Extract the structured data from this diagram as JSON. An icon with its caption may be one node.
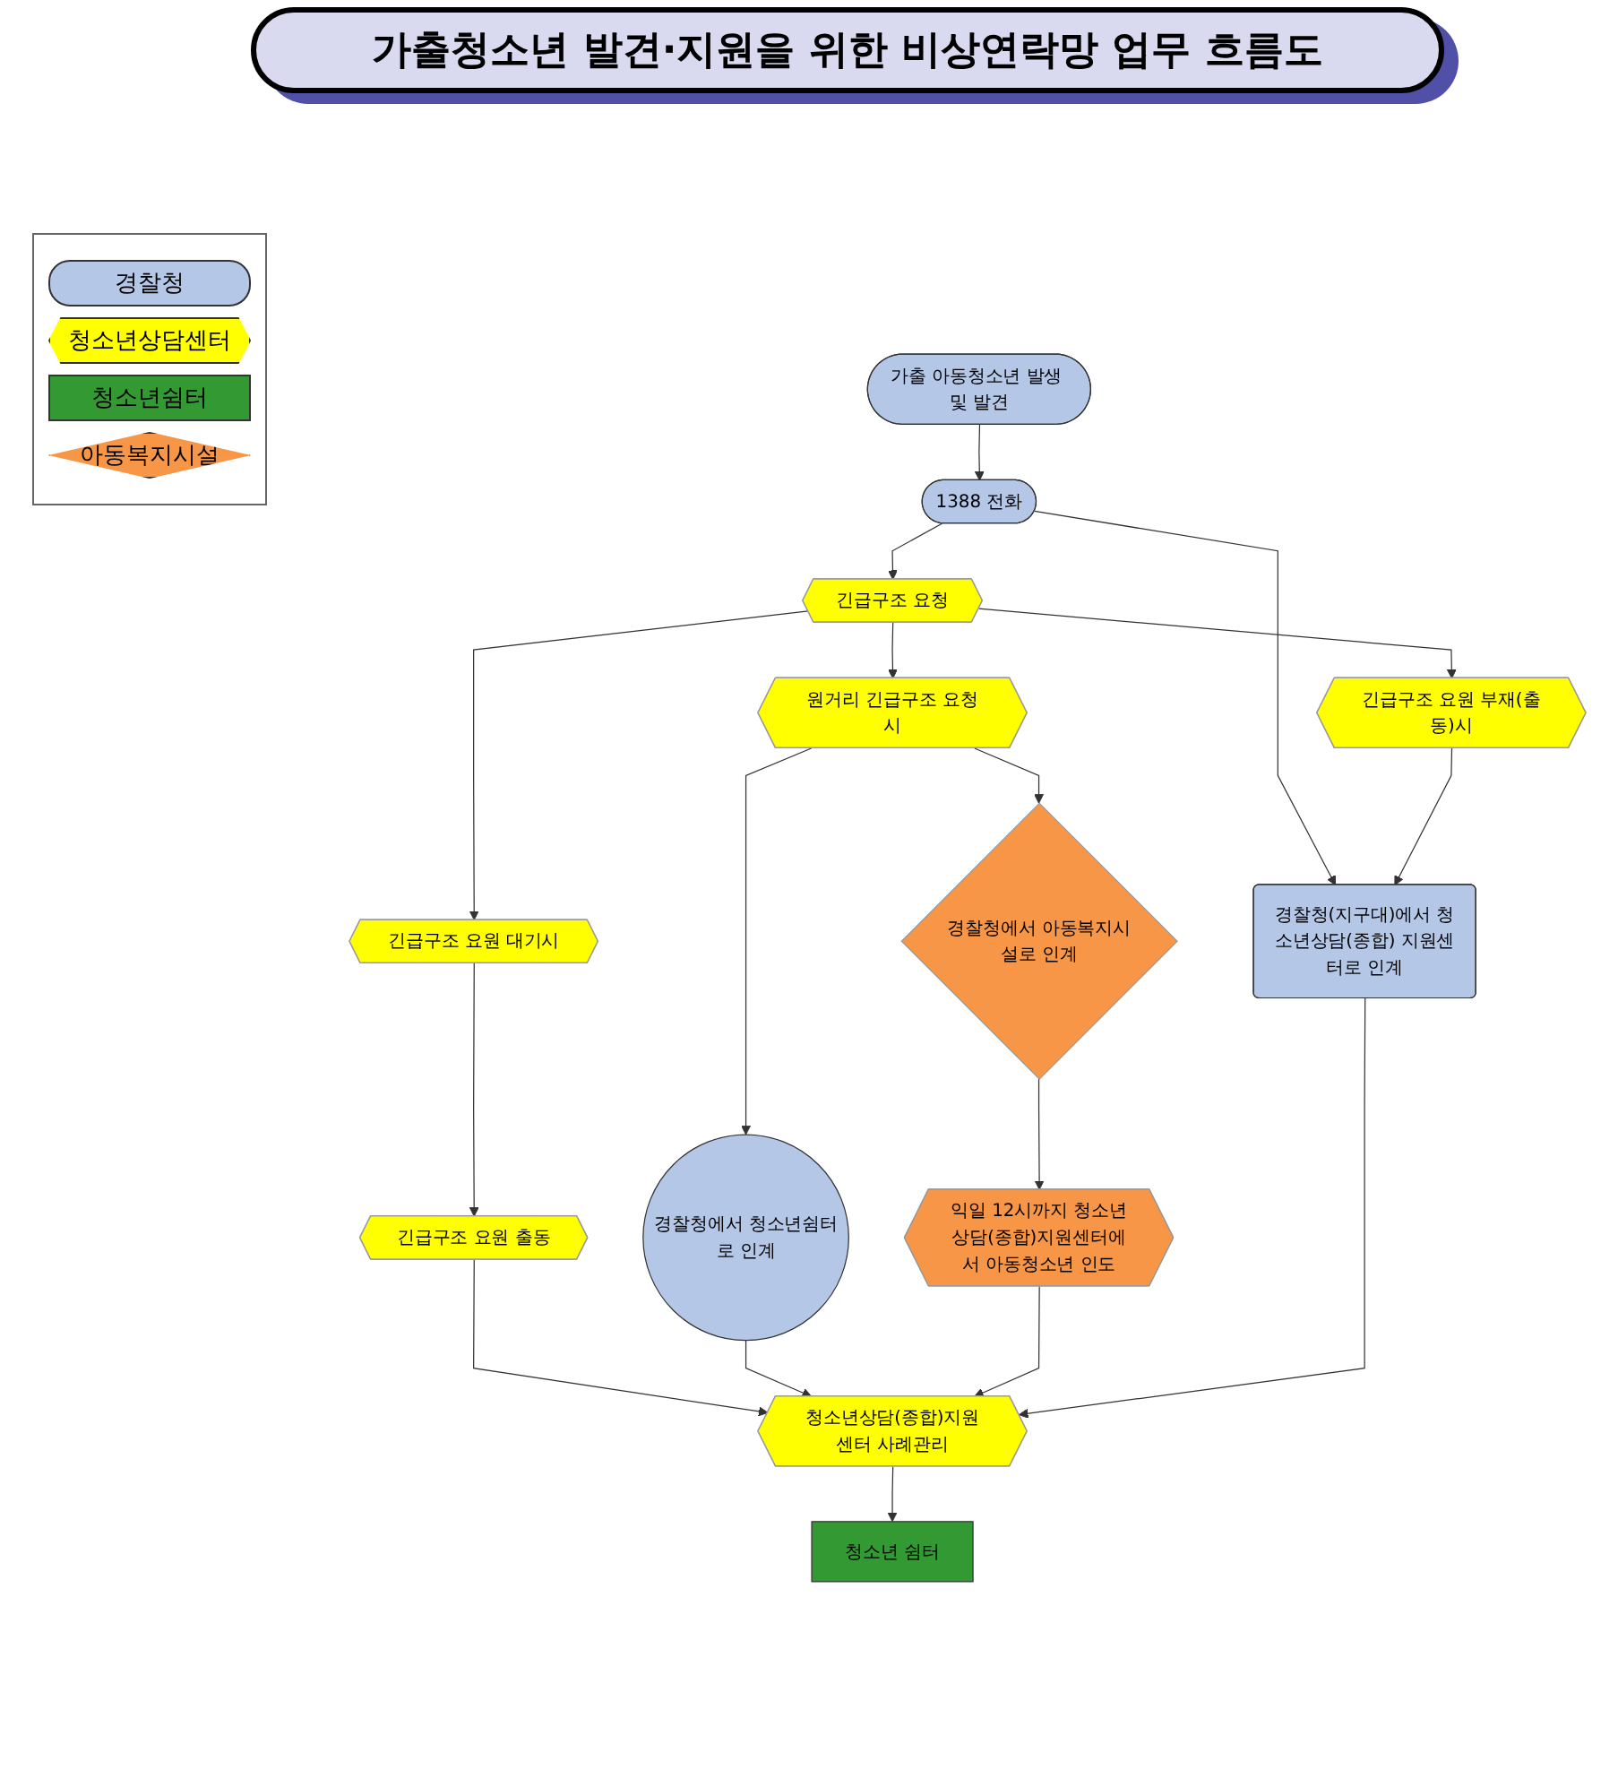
{
  "diagram": {
    "title": "가출청소년 발견·지원을 위한 비상연락망 업무 흐름도",
    "nodes": [
      {
        "text": [
          "가출 아동청소년 발생 및 발견"
        ]
      },
      {
        "text": [
          "1388 전화"
        ]
      },
      {
        "text": [
          "긴급구조 요청"
        ]
      },
      {
        "text": [
          "경찰청(지구대)에서 청소년상담(종합) 지원센터로 인계"
        ]
      },
      {
        "text": [
          "긴급구조 요원 대기시"
        ]
      },
      {
        "text": [
          "긴급구조 요원 부재(출동)시"
        ]
      },
      {
        "text": [
          "원거리 긴급구조 요청시"
        ]
      },
      {
        "text": [
          "긴급구조 요원 출동"
        ]
      },
      {
        "text": [
          "경찰청에서 청소년쉼터로 인계"
        ]
      },
      {
        "text": [
          "경찰청에서 아동복지시설로 인계"
        ]
      },
      {
        "text": [
          "익일 12시까지 청소년상담(종합)지원센터에서 아동청소년 인도"
        ]
      },
      {
        "text": [
          "청소년상담(종합)지원센터 사례관리"
        ]
      },
      {
        "text": [
          "청소년 쉼터"
        ]
      }
    ],
    "edges": [
      {
        "from": 0,
        "to": 1,
        "arrow": "to"
      },
      {
        "from": 1,
        "to": 2,
        "arrow": "to"
      },
      {
        "from": 1,
        "to": 3,
        "arrow": "to"
      },
      {
        "from": 2,
        "to": 4,
        "arrow": "to"
      },
      {
        "from": 2,
        "to": 5,
        "arrow": "to"
      },
      {
        "from": 2,
        "to": 6,
        "arrow": "to"
      },
      {
        "from": 5,
        "to": 3,
        "arrow": "to"
      },
      {
        "from": 4,
        "to": 7,
        "arrow": "to"
      },
      {
        "from": 6,
        "to": 8,
        "arrow": "to"
      },
      {
        "from": 6,
        "to": 9,
        "arrow": "to"
      },
      {
        "from": 9,
        "to": 10,
        "arrow": "to"
      },
      {
        "from": 7,
        "to": 11,
        "arrow": "to"
      },
      {
        "from": 8,
        "to": 11,
        "arrow": "to"
      },
      {
        "from": 10,
        "to": 11,
        "arrow": "to"
      },
      {
        "from": 3,
        "to": 11,
        "arrow": "to"
      },
      {
        "from": 11,
        "to": 12,
        "arrow": "to"
      }
    ],
    "legend": [
      {
        "text": "경찰청",
        "color": "#b4c7e7"
      },
      {
        "text": "청소년상담센터",
        "color": "#ffff00"
      },
      {
        "text": "청소년쉼터",
        "color": "#339933"
      },
      {
        "text": "아동복지시설",
        "color": "#f79646"
      }
    ]
  }
}
